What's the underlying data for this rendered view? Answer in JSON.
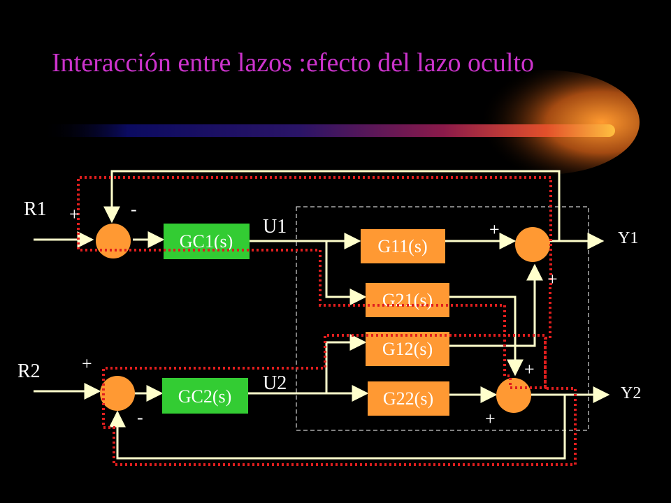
{
  "title": "Interacción entre lazos :efecto del lazo oculto",
  "colors": {
    "background": "#000000",
    "title": "#CC33CC",
    "controller_block": "#33CC33",
    "process_block": "#FF9933",
    "summing_junction": "#FF9933",
    "signal_line": "#FFFFCC",
    "hidden_loop": "#E01E1E"
  },
  "inputs": {
    "r1": "R1",
    "r2": "R2"
  },
  "outputs": {
    "y1": "Y1",
    "y2": "Y2"
  },
  "signals": {
    "u1": "U1",
    "u2": "U2"
  },
  "controllers": {
    "gc1": "GC1(s)",
    "gc2": "GC2(s)"
  },
  "process": {
    "g11": "G11(s)",
    "g21": "G21(s)",
    "g12": "G12(s)",
    "g22": "G22(s)"
  },
  "signs": {
    "s1_ref": "+",
    "s1_fb": "-",
    "s2_ref": "+",
    "s2_fb": "-",
    "y1_from_g11": "+",
    "y1_from_g12": "+",
    "y2_from_g21": "+",
    "y2_from_g22": "+"
  }
}
